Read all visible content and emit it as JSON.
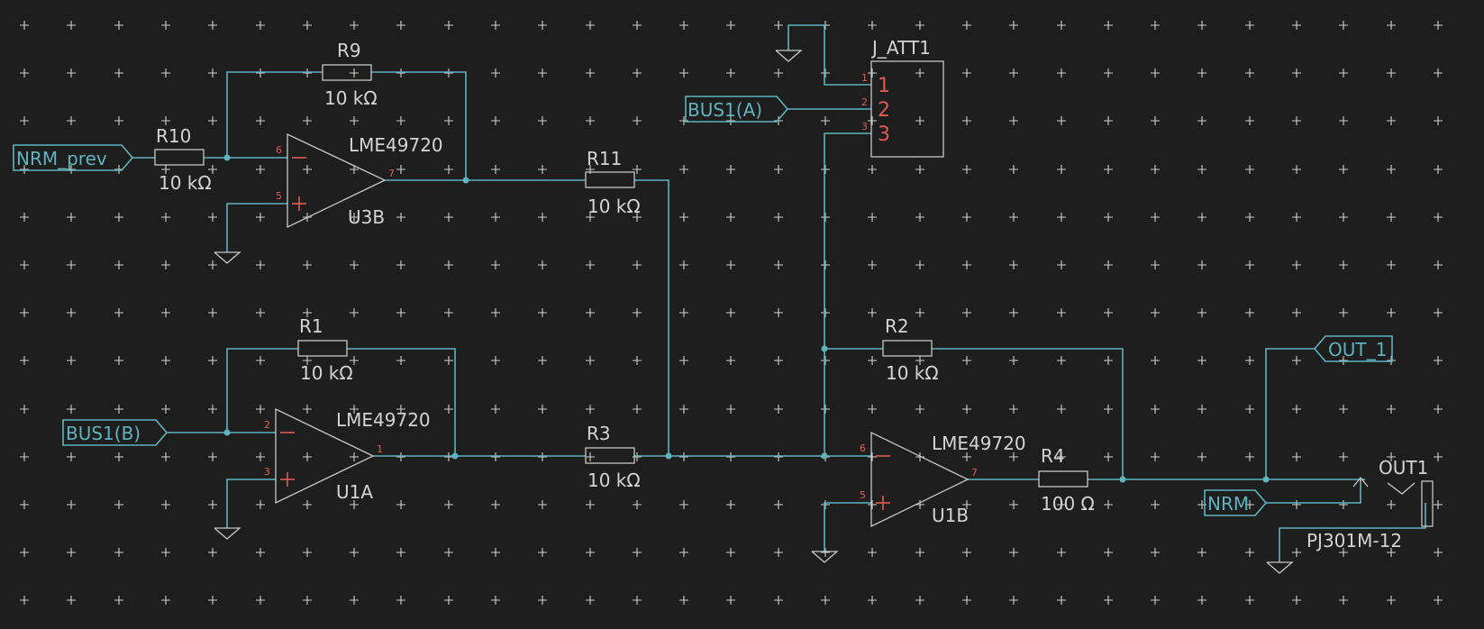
{
  "colors": {
    "background": "#1e1e1f",
    "wire": "#5fb3bd",
    "body": "#c8c8c8",
    "pin": "#e05a50",
    "text": "#d4d4d4"
  },
  "opamps": [
    {
      "ref": "U3B",
      "value": "LME49720",
      "pin_neg": "6",
      "pin_pos": "5",
      "pin_out": "7"
    },
    {
      "ref": "U1A",
      "value": "LME49720",
      "pin_neg": "2",
      "pin_pos": "3",
      "pin_out": "1"
    },
    {
      "ref": "U1B",
      "value": "LME49720",
      "pin_neg": "6",
      "pin_pos": "5",
      "pin_out": "7"
    }
  ],
  "resistors": [
    {
      "ref": "R9",
      "value": "10 kΩ"
    },
    {
      "ref": "R10",
      "value": "10 kΩ"
    },
    {
      "ref": "R11",
      "value": "10 kΩ"
    },
    {
      "ref": "R1",
      "value": "10 kΩ"
    },
    {
      "ref": "R3",
      "value": "10 kΩ"
    },
    {
      "ref": "R2",
      "value": "10 kΩ"
    },
    {
      "ref": "R4",
      "value": "100 Ω"
    }
  ],
  "connector": {
    "ref": "J_ATT1",
    "pins": [
      "1",
      "2",
      "3"
    ]
  },
  "jack": {
    "ref": "OUT1",
    "value": "PJ301M-12"
  },
  "net_labels": [
    "NRM_prev",
    "BUS1(B)",
    "BUS1(A)",
    "OUT_1",
    "NRM"
  ],
  "minus_sign": "−",
  "plus_sign": "+"
}
